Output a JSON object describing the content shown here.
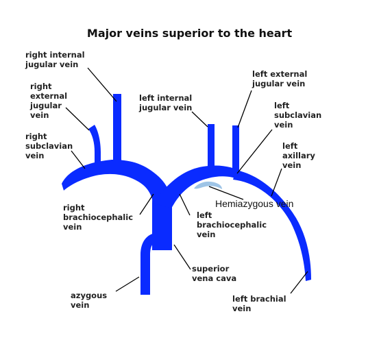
{
  "title": "Major veins superior to the heart",
  "labels": {
    "right_internal_jugular": "right internal\njugular vein",
    "right_external_jugular": "right\nexternal\njugular\nvein",
    "right_subclavian": "right\nsubclavian\nvein",
    "left_internal_jugular": "left internal\njugular vein",
    "left_external_jugular": "left external\njugular vein",
    "left_subclavian": "left\nsubclavian\nvein",
    "left_axillary": "left\naxillary\nvein",
    "hemiazygous": "Hemiazygous vein",
    "right_brachiocephalic": "right\nbrachiocephalic\nvein",
    "left_brachiocephalic": "left\nbrachiocephalic\nvein",
    "superior_vena_cava": "superior\nvena cava",
    "azygous": "azygous\nvein",
    "left_brachial": "left brachial\nvein"
  },
  "colors": {
    "vein": "#0a2bff",
    "hemiazygous_vein": "#9ec4e6",
    "leader_line": "#000000"
  }
}
